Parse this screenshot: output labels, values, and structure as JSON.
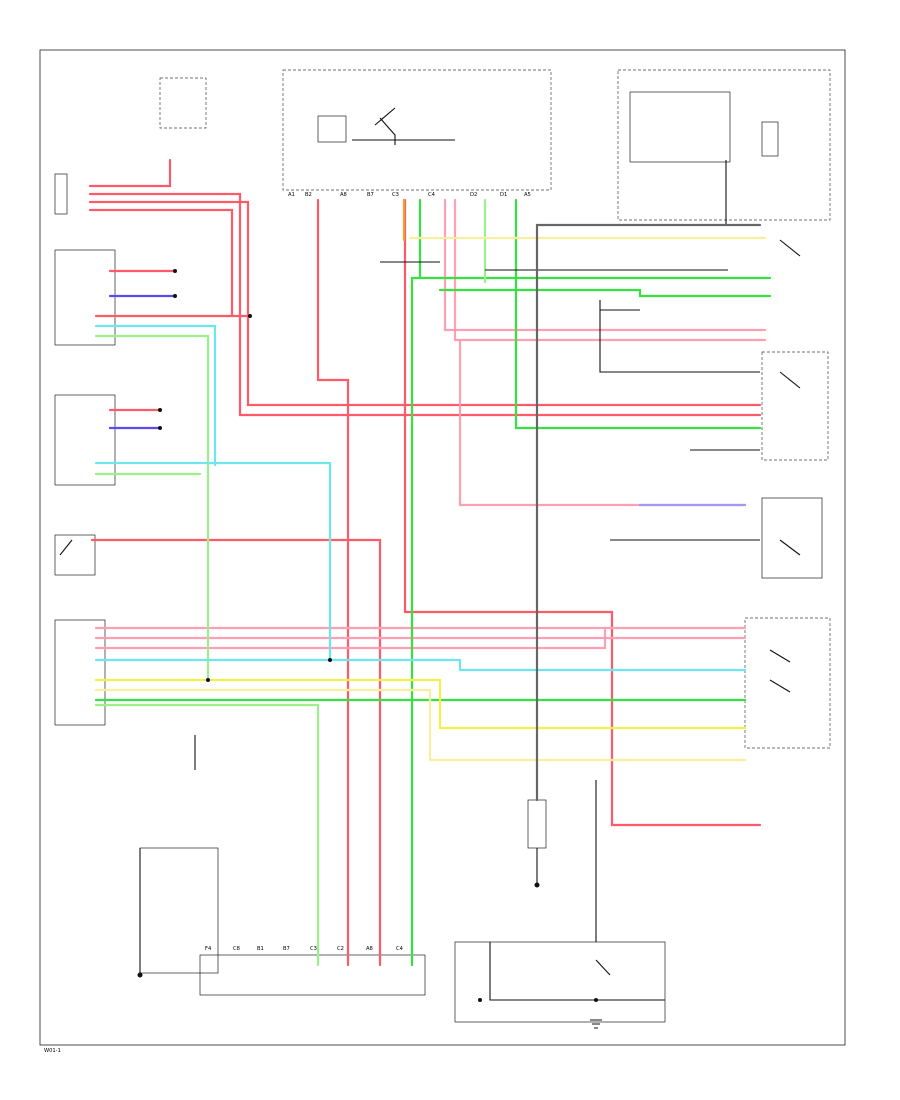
{
  "page": {
    "figure_code": "W01-1"
  },
  "colors": {
    "red": "#ff5a6a",
    "pink": "#ff9fb4",
    "green": "#38e040",
    "lightgreen": "#9cf08a",
    "cyan": "#6fe6ee",
    "yellow": "#f4ef4a",
    "lightyellow": "#f8eea0",
    "blue": "#5a4af0",
    "gray": "#666666",
    "black": "#111111",
    "orange": "#f0a030"
  },
  "connectors": {
    "top_relays": [
      "A1",
      "B2",
      "A8",
      "B7",
      "C3",
      "C4",
      "D2",
      "D1",
      "A5"
    ],
    "bottom_pins": [
      "F4",
      "C8",
      "B1",
      "B7",
      "C3",
      "C2",
      "A8",
      "C4"
    ]
  }
}
